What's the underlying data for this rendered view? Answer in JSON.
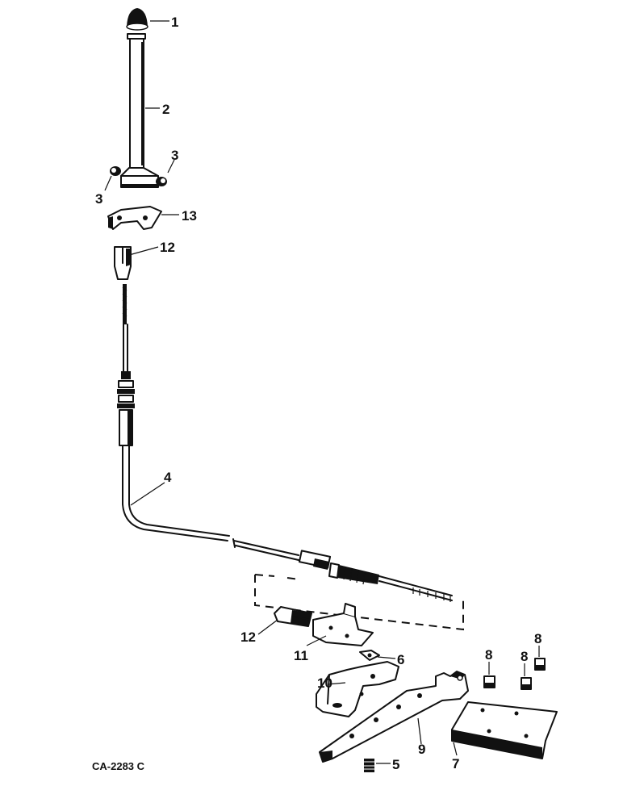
{
  "callouts": {
    "c1": "1",
    "c2": "2",
    "c3a": "3",
    "c3b": "3",
    "c13": "13",
    "c12a": "12",
    "c4": "4",
    "c12b": "12",
    "c11": "11",
    "c6": "6",
    "c10": "10",
    "c9": "9",
    "c5": "5",
    "c7": "7",
    "c8a": "8",
    "c8b": "8",
    "c8c": "8"
  },
  "caption": "CA-2283 C"
}
